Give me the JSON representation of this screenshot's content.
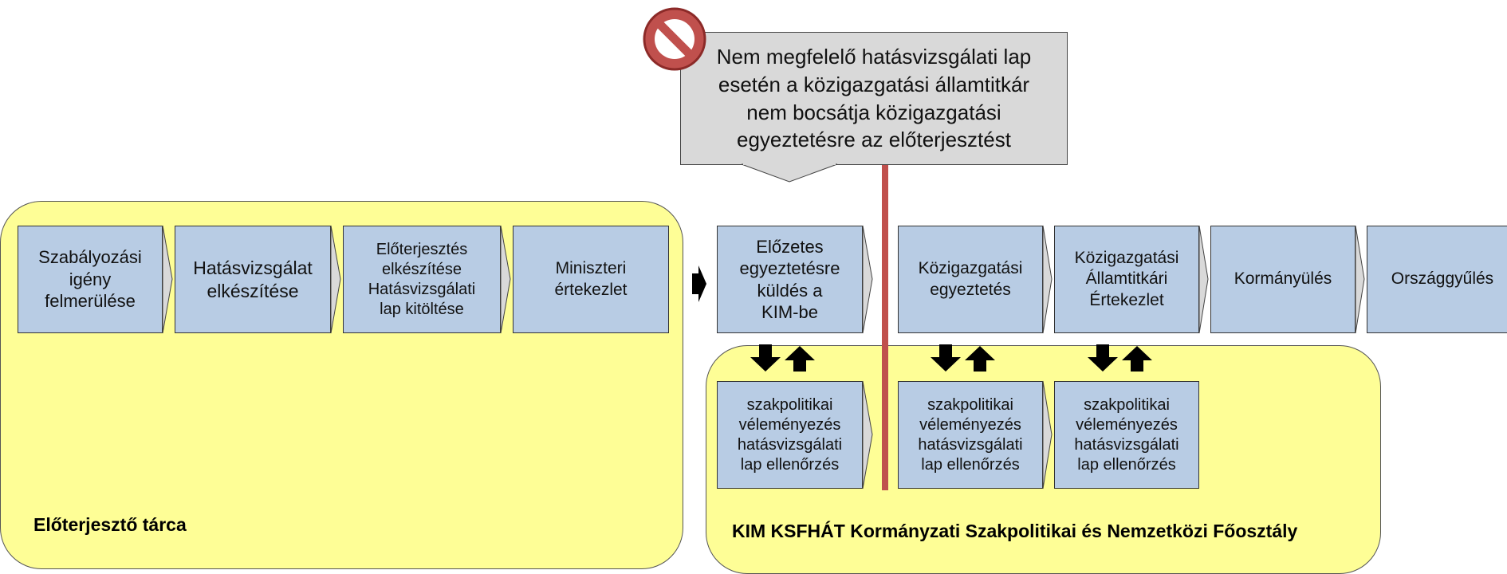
{
  "regions": {
    "ministry": {
      "label": "Előterjesztő tárca"
    },
    "kim": {
      "label": "KIM KSFHÁT Kormányzati Szakpolitikai és Nemzetközi Főosztály"
    }
  },
  "main_steps": [
    "Szabályozási\nigény\nfelmerülése",
    "Hatásvizsgálat\nelkészítése",
    "Előterjesztés\nelkészítése\nHatásvizsgálati\nlap kitöltése",
    "Miniszteri\nértekezlet",
    "Előzetes\negyeztetésre\nküldés a\nKIM-be",
    "Közigazgatási\negyeztetés",
    "Közigazgatási\nÁllamtitkári\nÉrtekezlet",
    "Kormányülés",
    "Országgyűlés"
  ],
  "sub_steps": [
    "szakpolitikai\nvéleményezés\nhatásvizsgálati\nlap ellenőrzés",
    "szakpolitikai\nvéleményezés\nhatásvizsgálati\nlap ellenőrzés",
    "szakpolitikai\nvéleményezés\nhatásvizsgálati\nlap ellenőrzés"
  ],
  "callout": {
    "text": "Nem megfelelő hatásvizsgálati lap\nesetén a közigazgatási államtitkár\nnem bocsátja közigazgatási\negyeztetésre az előterjesztést"
  },
  "icons": {
    "prohibited": "no-entry-sign",
    "exchange_arrows": "down-up-arrows",
    "flow_arrow": "right-arrow"
  },
  "colors": {
    "region_fill": "#fefe96",
    "step_fill": "#b8cce4",
    "callout_fill": "#d9d9d9",
    "blocker_line": "#c0504d",
    "prohibited": "#c0504d"
  }
}
